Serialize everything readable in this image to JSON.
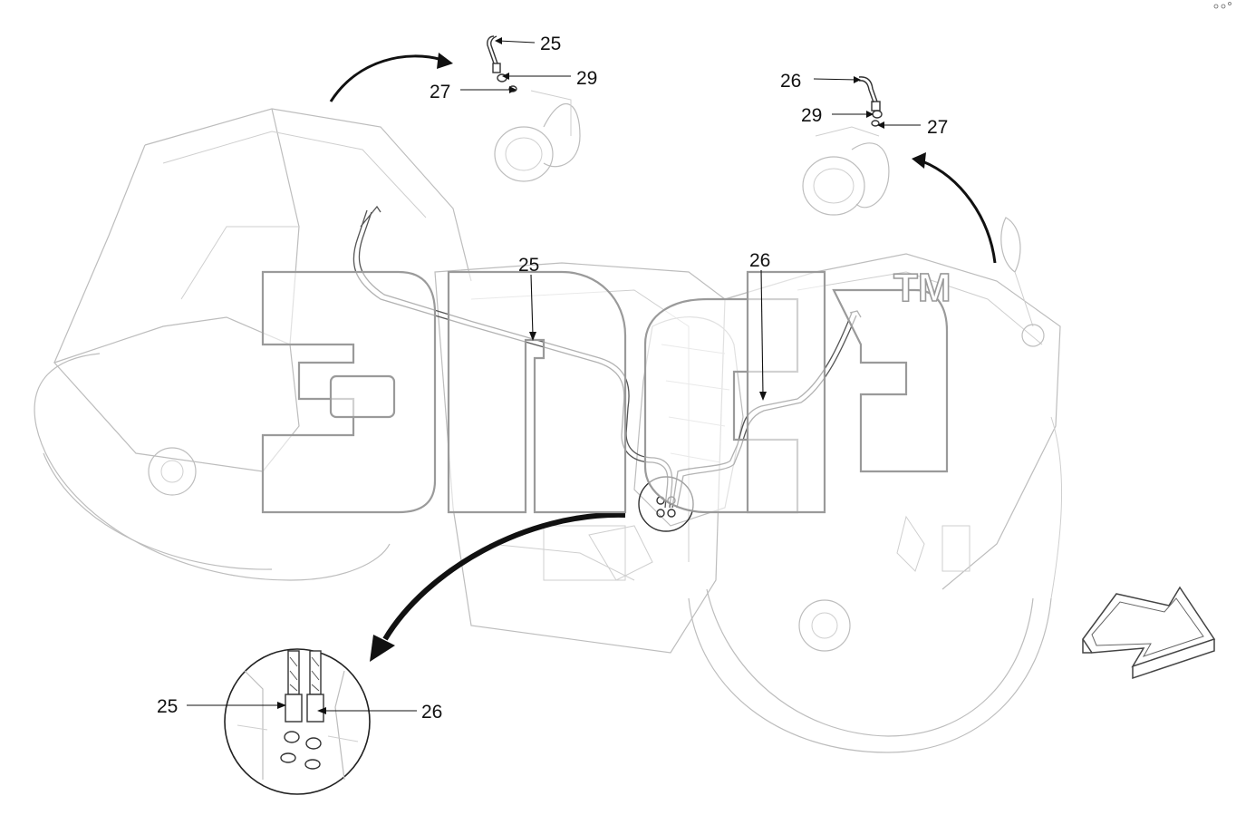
{
  "callouts": {
    "top_left_hose": "25",
    "top_left_nut": "29",
    "top_left_seal": "27",
    "top_right_hose": "26",
    "top_right_nut": "29",
    "top_right_seal": "27",
    "mid_hose_left": "25",
    "mid_hose_right": "26",
    "detail_left": "25",
    "detail_right": "26"
  },
  "watermark": {
    "tm": "TM"
  },
  "colors": {
    "ink": "#111111",
    "ghost_lines": "#bdbdbd",
    "watermark_outline": "#9a9a9a"
  }
}
